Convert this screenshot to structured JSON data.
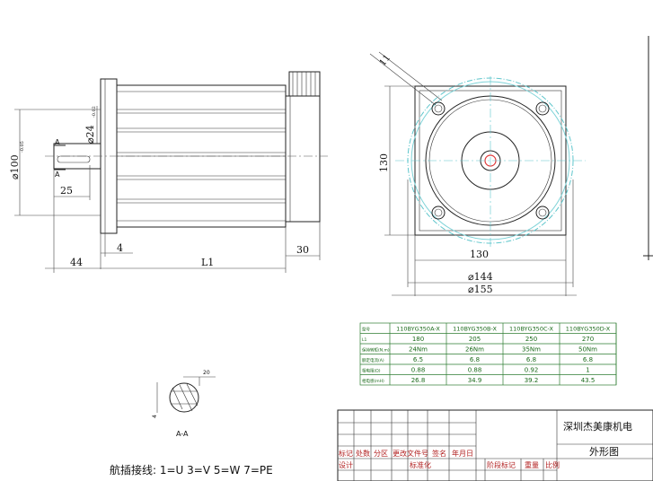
{
  "front_view": {
    "dims": {
      "outer_diameter": "⌀100",
      "outer_diameter_tol": "-0.05",
      "shaft_diameter": "⌀24",
      "shaft_tol": "-0.02",
      "section_mark_top": "A",
      "section_mark_bottom": "A",
      "key_length": "25",
      "flange_thickness": "4",
      "rear_cap": "30",
      "shaft_length": "44",
      "body_length": "L1"
    }
  },
  "side_view": {
    "dims": {
      "hole": "11",
      "height": "130",
      "width": "130",
      "pcd_inner": "⌀144",
      "pcd_outer": "⌀155"
    }
  },
  "spec_table": {
    "models": [
      "110BYG350A-X",
      "110BYG350B-X",
      "110BYG350C-X",
      "110BYG350D-X"
    ],
    "rows": [
      {
        "label": "型号",
        "values": [
          "110BYG350A-X",
          "110BYG350B-X",
          "110BYG350C-X",
          "110BYG350D-X"
        ]
      },
      {
        "label": "L1",
        "values": [
          "180",
          "205",
          "250",
          "270"
        ]
      },
      {
        "label": "保持转矩(N.m)",
        "values": [
          "24Nm",
          "26Nm",
          "35Nm",
          "50Nm"
        ]
      },
      {
        "label": "额定电流(A)",
        "values": [
          "6.5",
          "6.8",
          "6.8",
          "6.8"
        ]
      },
      {
        "label": "相电阻(Ω)",
        "values": [
          "0.88",
          "0.88",
          "0.92",
          "1"
        ]
      },
      {
        "label": "相电感(mH)",
        "values": [
          "26.8",
          "34.9",
          "39.2",
          "43.5"
        ]
      }
    ]
  },
  "section": {
    "label": "A-A",
    "dim_top": "20",
    "dim_side": "4"
  },
  "wiring_note": "航插接线: 1=U 3=V 5=W 7=PE",
  "title_block": {
    "company": "深圳杰美康机电",
    "drawing_name": "外形图",
    "cells": {
      "mark": "标记",
      "count": "处数",
      "zone": "分区",
      "change_doc": "更改文件号",
      "sign": "签名",
      "date": "年月日",
      "design": "设计",
      "standardize": "标准化",
      "stage_mark": "阶段标记",
      "weight": "重量",
      "ratio": "比例"
    }
  },
  "colors": {
    "line": "#222222",
    "center_circle": "#5fc6cc",
    "red_mark": "#e03a3a",
    "table_green": "#2e7d32"
  }
}
